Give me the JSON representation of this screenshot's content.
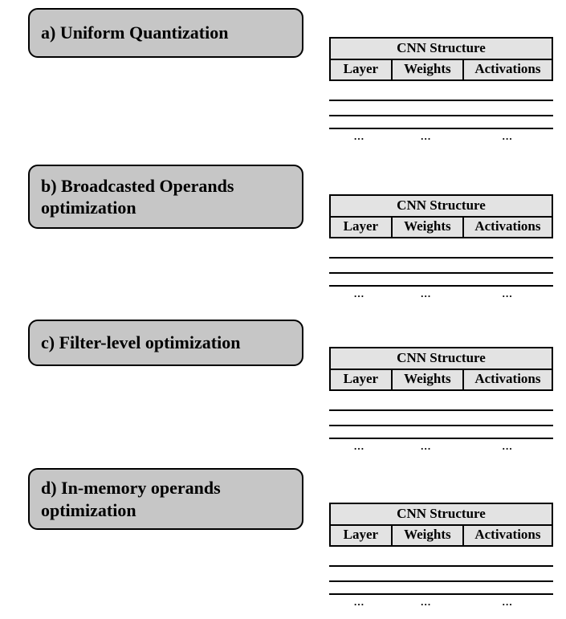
{
  "colors": {
    "background": "#ffffff",
    "label_box_fill": "#c6c6c6",
    "table_header_fill": "#e3e3e3",
    "border": "#000000"
  },
  "sections": [
    {
      "id": "a",
      "label_lines": [
        "a) Uniform Quantization"
      ],
      "table": {
        "title": "CNN Structure",
        "columns": [
          "Layer",
          "Weights",
          "Activations"
        ],
        "body_rows": [
          [
            "",
            "",
            ""
          ],
          [
            "",
            "",
            ""
          ],
          [
            "",
            "",
            ""
          ]
        ],
        "ellipsis_row": [
          "…",
          "…",
          "…"
        ]
      }
    },
    {
      "id": "b",
      "label_lines": [
        "b) Broadcasted Operands",
        "optimization"
      ],
      "table": {
        "title": "CNN Structure",
        "columns": [
          "Layer",
          "Weights",
          "Activations"
        ],
        "body_rows": [
          [
            "",
            "",
            ""
          ],
          [
            "",
            "",
            ""
          ],
          [
            "",
            "",
            ""
          ]
        ],
        "ellipsis_row": [
          "…",
          "…",
          "…"
        ]
      }
    },
    {
      "id": "c",
      "label_lines": [
        "c) Filter-level optimization"
      ],
      "table": {
        "title": "CNN Structure",
        "columns": [
          "Layer",
          "Weights",
          "Activations"
        ],
        "body_rows": [
          [
            "",
            "",
            ""
          ],
          [
            "",
            "",
            ""
          ],
          [
            "",
            "",
            ""
          ]
        ],
        "ellipsis_row": [
          "…",
          "…",
          "…"
        ]
      }
    },
    {
      "id": "d",
      "label_lines": [
        "d) In-memory operands",
        "optimization"
      ],
      "table": {
        "title": "CNN Structure",
        "columns": [
          "Layer",
          "Weights",
          "Activations"
        ],
        "body_rows": [
          [
            "",
            "",
            ""
          ],
          [
            "",
            "",
            ""
          ],
          [
            "",
            "",
            ""
          ]
        ],
        "ellipsis_row": [
          "…",
          "…",
          "…"
        ]
      }
    }
  ]
}
